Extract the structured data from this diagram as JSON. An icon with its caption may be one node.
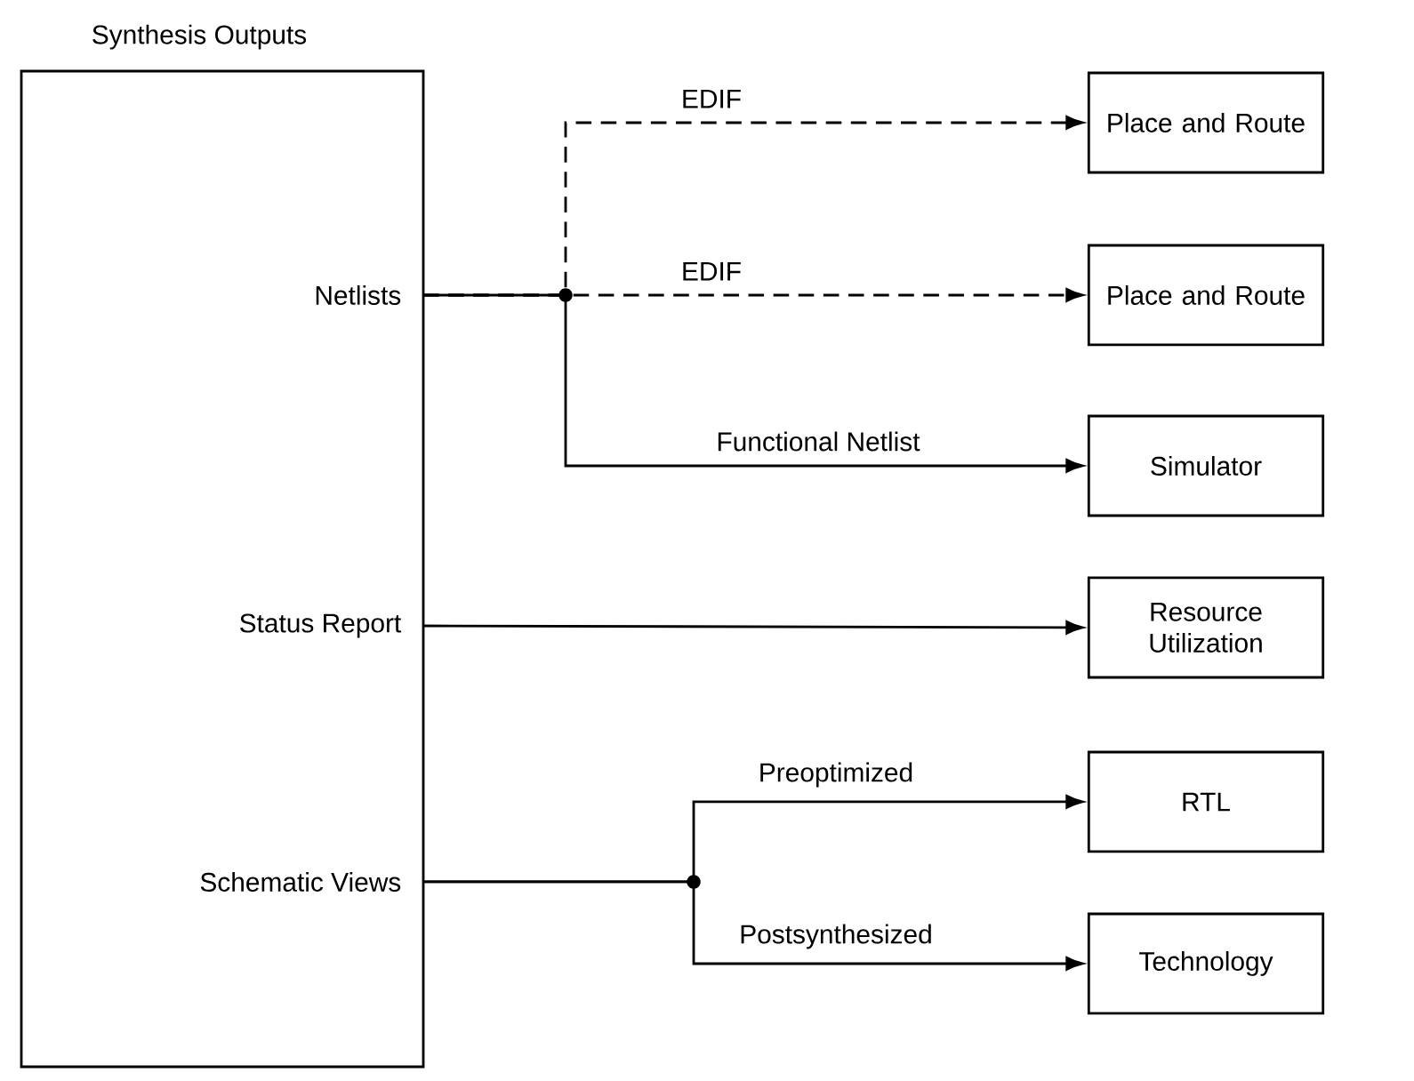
{
  "diagram": {
    "nodes": [
      {
        "text": [
          "Synthesis Outputs"
        ]
      },
      {
        "text": [
          "Netlists"
        ],
        "in": 0
      },
      {
        "text": [
          "Status Report"
        ],
        "in": 0
      },
      {
        "text": [
          "Schematic Views"
        ],
        "in": 0
      },
      {
        "text": [
          "Place and Route"
        ]
      },
      {
        "text": [
          "Place and Route"
        ]
      },
      {
        "text": [
          "Simulator"
        ]
      },
      {
        "text": [
          "Resource Utilization"
        ]
      },
      {
        "text": [
          "RTL"
        ]
      },
      {
        "text": [
          "Technology"
        ]
      }
    ],
    "edges": [
      {
        "from": 1,
        "to": 4,
        "arrow": "to",
        "label": "EDIF",
        "style": "dashed"
      },
      {
        "from": 1,
        "to": 5,
        "arrow": "to",
        "label": "EDIF",
        "style": "dashed"
      },
      {
        "from": 1,
        "to": 6,
        "arrow": "to",
        "label": "Functional Netlist"
      },
      {
        "from": 2,
        "to": 7,
        "arrow": "to"
      },
      {
        "from": 3,
        "to": 8,
        "arrow": "to",
        "label": "Preoptimized"
      },
      {
        "from": 3,
        "to": 9,
        "arrow": "to",
        "label": "Postsynthesized"
      }
    ]
  }
}
